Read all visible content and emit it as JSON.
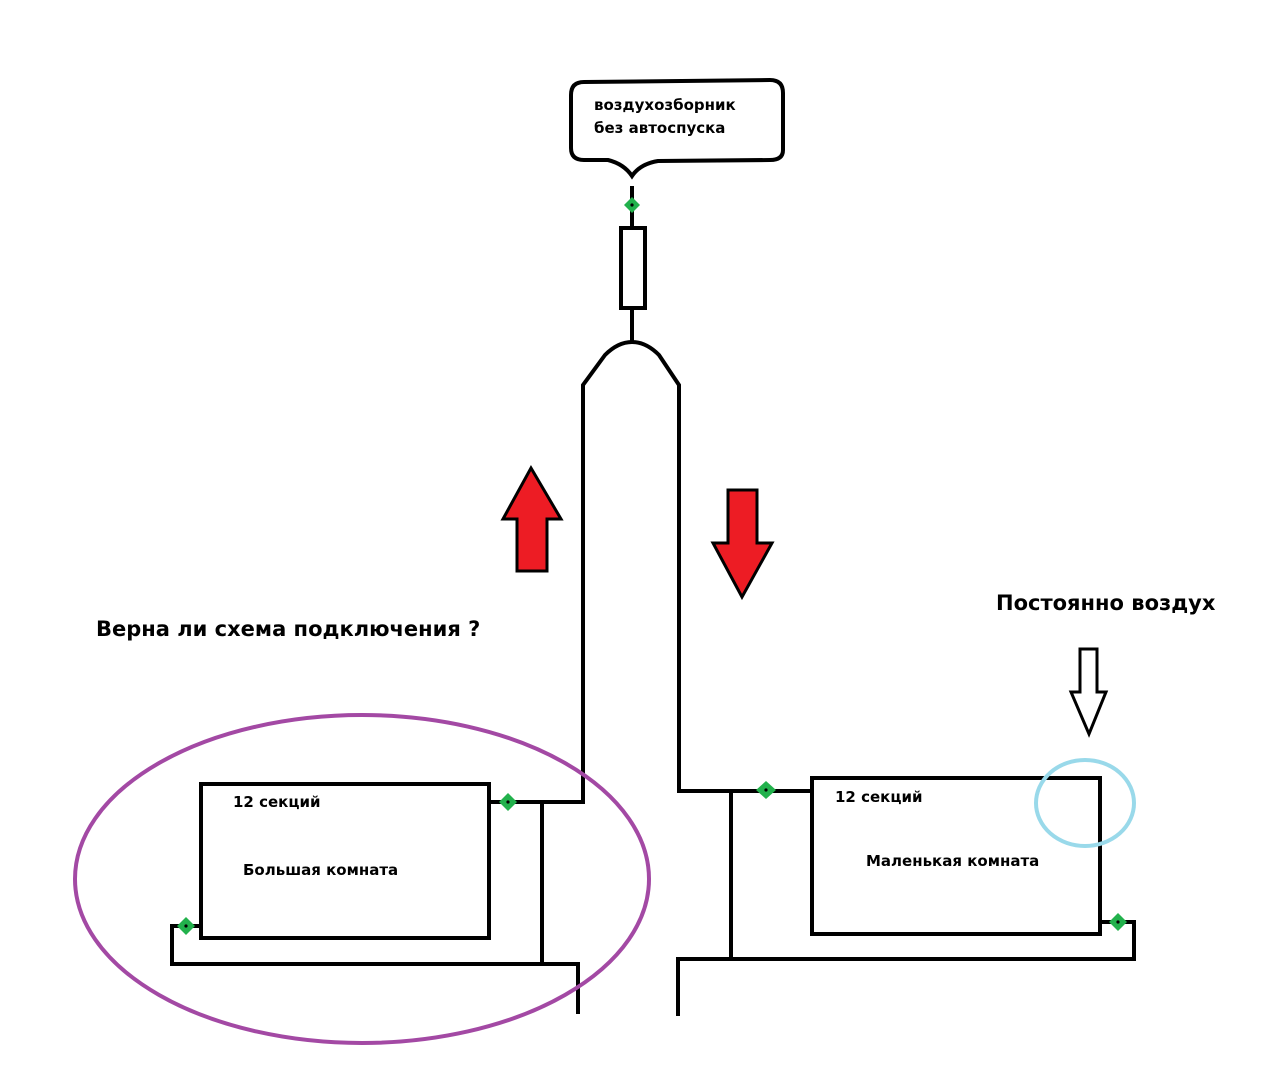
{
  "callout": {
    "line1": "воздухозборник",
    "line2": "без автоспуска"
  },
  "question": "Верна ли схема подключения ?",
  "air_note": "Постоянно воздух",
  "radiator_left": {
    "sections": "12 секций",
    "room": "Большая комната"
  },
  "radiator_right": {
    "sections": "12 секций",
    "room": "Маленькая комната"
  },
  "colors": {
    "pipe": "#000000",
    "arrow_red": "#ed1c24",
    "valve_green": "#22b14c",
    "ellipse_purple": "#a349a4",
    "air_circle": "#99d9ea"
  }
}
